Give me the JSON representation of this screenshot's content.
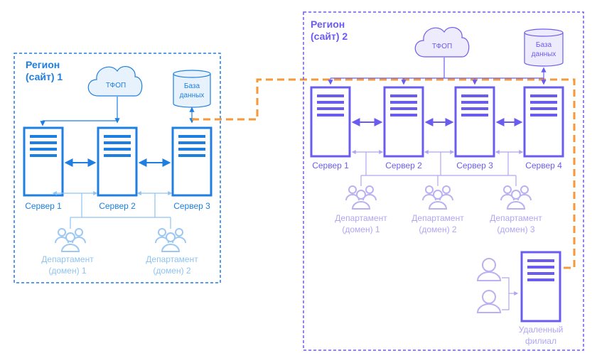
{
  "colors": {
    "blue": "#1E7FE0",
    "blue_light": "#8FC3F2",
    "blue_fill": "#E7F2FD",
    "purple": "#6B5CF0",
    "purple_light": "#AFA6F3",
    "purple_fill": "#EEEBFD",
    "orange": "#F39A3A",
    "person_blue": "#9CC8F3",
    "person_purple": "#B9B1F2"
  },
  "region1": {
    "title_line1": "Регион",
    "title_line2": "(сайт) 1",
    "cloud": "ТФОП",
    "db_line1": "База",
    "db_line2": "данных",
    "servers": [
      "Сервер 1",
      "Сервер 2",
      "Сервер 3"
    ],
    "departments": [
      {
        "line1": "Департамент",
        "line2": "(домен) 1"
      },
      {
        "line1": "Департамент",
        "line2": "(домен) 2"
      }
    ]
  },
  "region2": {
    "title_line1": "Регион",
    "title_line2": "(сайт) 2",
    "cloud": "ТФОП",
    "db_line1": "База",
    "db_line2": "данных",
    "servers": [
      "Сервер 1",
      "Сервер 2",
      "Сервер 3",
      "Сервер 4"
    ],
    "departments": [
      {
        "line1": "Департамент",
        "line2": "(домен) 1"
      },
      {
        "line1": "Департамент",
        "line2": "(домен) 2"
      },
      {
        "line1": "Департамент",
        "line2": "(домен) 3"
      }
    ],
    "branch_line1": "Удаленный",
    "branch_line2": "филиал"
  }
}
